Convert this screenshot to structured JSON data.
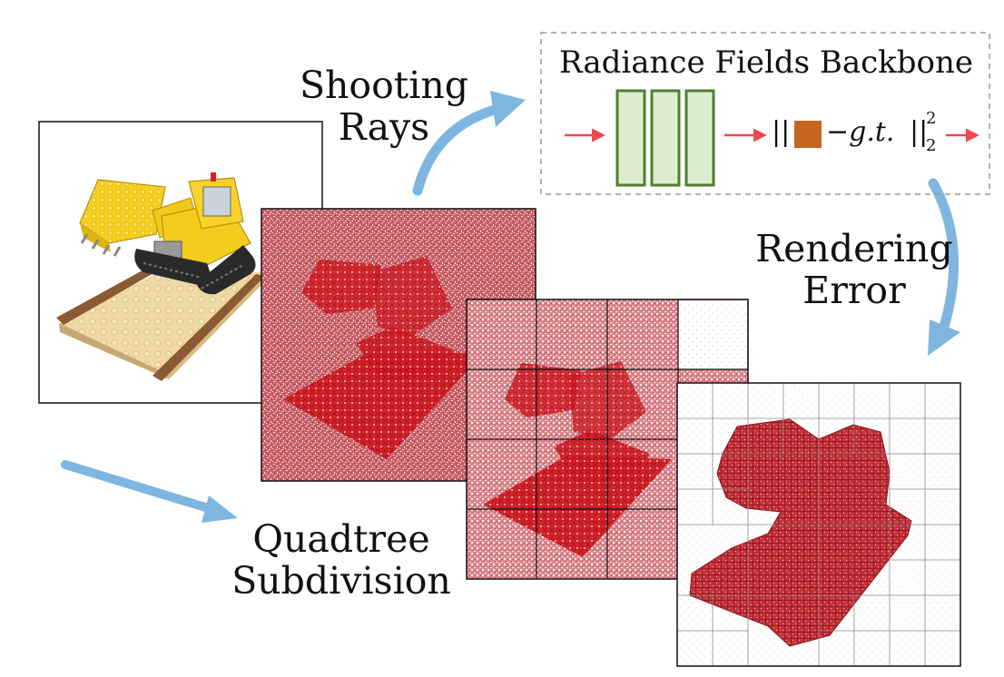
{
  "labels": {
    "shooting_rays_line1": "Shooting",
    "shooting_rays_line2": "Rays",
    "rendering_error_line1": "Rendering",
    "rendering_error_line2": "Error",
    "quadtree_line1": "Quadtree",
    "quadtree_line2": "Subdivision"
  },
  "backbone": {
    "title": "Radiance Fields Backbone",
    "norm_open": "||",
    "loss_term": "−g.t.",
    "norm_close": "||",
    "subscript": "2",
    "superscript": "2"
  },
  "colors": {
    "arrow_blue": "#7fb6e0",
    "arrow_red": "#f0484e",
    "block_fill": "#dcedcf",
    "block_stroke": "#4f7f30",
    "pixel_square": "#c5651f",
    "ray_red": "#d2141e",
    "frame": "#111111",
    "dashed_frame": "#9a9a9a"
  },
  "icons": {
    "rgb_render": "lego-bulldozer-render",
    "rays_map": "dense-ray-sample-map",
    "grid_map": "grid-partitioned-ray-map",
    "quadtree_map": "adaptive-quadtree-ray-map"
  }
}
